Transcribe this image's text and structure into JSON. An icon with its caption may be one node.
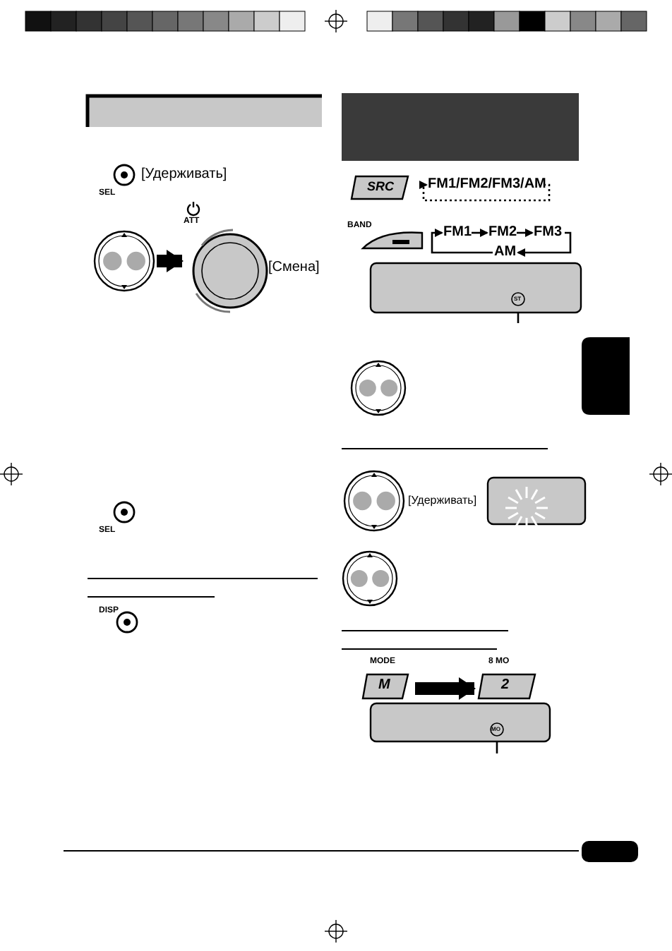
{
  "diagram": {
    "nodes": [
      {
        "text": [
          "SEL"
        ],
        "beside": [
          "[Удерживать]"
        ]
      },
      {
        "text": [],
        "shape": "circle"
      },
      {
        "text": [
          "ATT"
        ],
        "beside": [
          "[Смена]"
        ]
      },
      {
        "text": [
          "SEL"
        ]
      },
      {
        "text": [
          "DISP"
        ]
      },
      {
        "text": [
          "SRC"
        ]
      },
      {
        "text": [
          "FM1/FM2/FM3/AM"
        ]
      },
      {
        "text": [
          "BAND"
        ]
      },
      {
        "text": [
          "FM1"
        ]
      },
      {
        "text": [
          "FM2"
        ]
      },
      {
        "text": [
          "FM3"
        ]
      },
      {
        "text": [
          "AM"
        ]
      },
      {
        "text": [],
        "shape": "box"
      },
      {
        "text": [
          "ST"
        ],
        "in": 12
      },
      {
        "text": [],
        "shape": "circle"
      },
      {
        "text": [],
        "shape": "circle",
        "beside": [
          "[Удерживать]"
        ]
      },
      {
        "text": [],
        "shape": "box"
      },
      {
        "text": [],
        "shape": "circle"
      },
      {
        "text": [
          "MODE",
          "M"
        ]
      },
      {
        "text": [
          "8 MO",
          "2"
        ]
      },
      {
        "text": [],
        "shape": "box"
      },
      {
        "text": [
          "MO"
        ],
        "in": 20
      }
    ],
    "edges": [
      {
        "from": 1,
        "to": 2,
        "arrow": "to",
        "style": "thick"
      },
      {
        "from": 6,
        "to": 6,
        "arrow": "to",
        "style": "dashed"
      },
      {
        "from": 8,
        "to": 9,
        "arrow": "to"
      },
      {
        "from": 9,
        "to": 10,
        "arrow": "to"
      },
      {
        "from": 10,
        "to": 11,
        "arrow": "to"
      },
      {
        "from": 11,
        "to": 8,
        "arrow": "to"
      },
      {
        "from": 13,
        "to": null,
        "arrow": "none"
      },
      {
        "from": 18,
        "to": 19,
        "arrow": "to",
        "style": "thick"
      },
      {
        "from": 21,
        "to": null,
        "arrow": "none"
      }
    ]
  }
}
